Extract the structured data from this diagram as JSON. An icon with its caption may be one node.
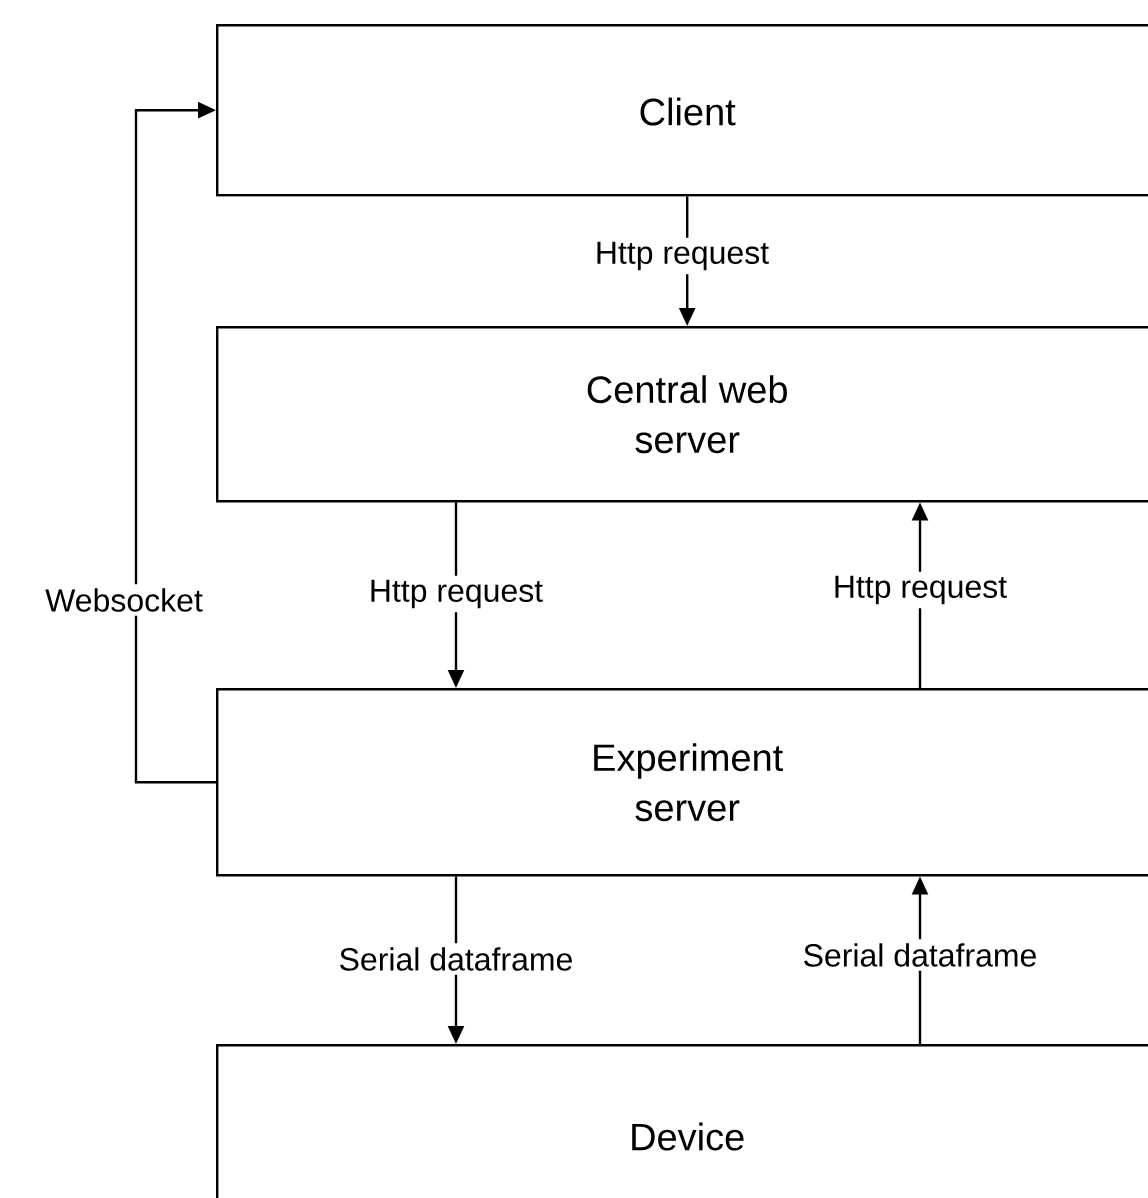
{
  "diagram": {
    "nodes": [
      {
        "text": [
          "Client"
        ]
      },
      {
        "text": [
          "Central web server"
        ]
      },
      {
        "text": [
          "Experiment server"
        ]
      },
      {
        "text": [
          "Device"
        ]
      }
    ],
    "edges": [
      {
        "from": 0,
        "to": 1,
        "arrow": "to",
        "label": "Http request"
      },
      {
        "from": 1,
        "to": 2,
        "arrow": "to",
        "label": "Http request"
      },
      {
        "from": 2,
        "to": 1,
        "arrow": "to",
        "label": "Http request"
      },
      {
        "from": 2,
        "to": 0,
        "arrow": "to",
        "label": "Websocket"
      },
      {
        "from": 2,
        "to": 3,
        "arrow": "to",
        "label": "Serial dataframe"
      },
      {
        "from": 3,
        "to": 2,
        "arrow": "to",
        "label": "Serial dataframe"
      }
    ]
  }
}
